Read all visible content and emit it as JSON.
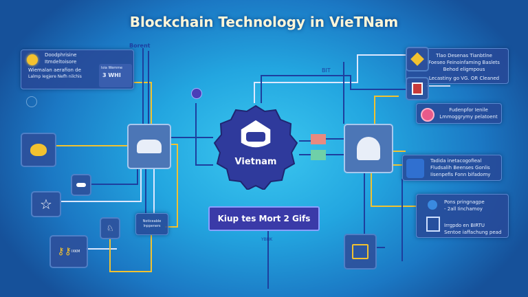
{
  "title": "Blockchain Technology in VieTNam",
  "center": {
    "label": "Vietnam",
    "banner": "Kiup tes Mort 2 Gifs"
  },
  "labels": {
    "top_left_tag": "Borent",
    "top_right_tag": "BIT",
    "bottom_tag": "YBNK"
  },
  "left_panel": {
    "lines": [
      "Doodphrisine",
      "Itmdeltoisore",
      "Wiemalan aerafion de",
      "Lalmp Iegjere Nefh nilchis"
    ],
    "sub_title": "Ioia Wemme",
    "sub_text": "3 WHI"
  },
  "left_nodes": {
    "noticeable": "Noticeable Inppeners",
    "keys_label": "IXKM"
  },
  "right_panel": {
    "lines": [
      "Tlao Desenas Tianbtlne",
      "Foeseo Feinoinfaming Baslets",
      "Behod eligmpous",
      "Lecastiny go VG. OR Cleaned"
    ]
  },
  "right_pink": {
    "lines": [
      "Fudenpfor Ienile",
      "Lmmoggrymy pelatoent"
    ]
  },
  "right_blue": {
    "lines": [
      "Tadida inetacogofieal",
      "Fludsalih Beenses Gonlis",
      "Iisenpefis Fonn bifadomy"
    ]
  },
  "right_bottom": {
    "lines1": [
      "Pons pringnagpe",
      "- 2all Iinchamoy"
    ],
    "lines2": [
      "Irrgpdo en BIRTU",
      "Sentoe iaffachung pead"
    ]
  },
  "colors": {
    "accent_yellow": "#f2c230",
    "wire_blue": "#1d3f9e",
    "badge": "#2f3a9c",
    "panel": "#2a4896"
  }
}
